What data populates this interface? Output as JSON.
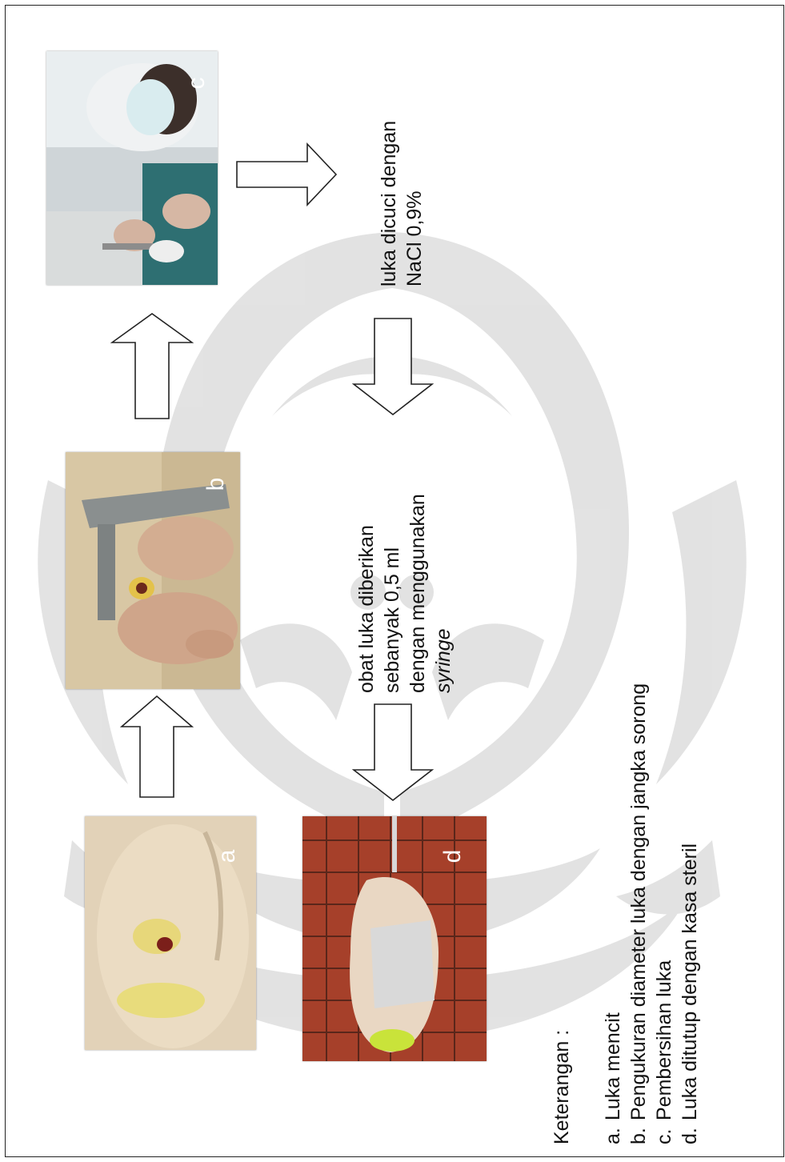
{
  "photos": {
    "a": {
      "letter": "a"
    },
    "b": {
      "letter": "b"
    },
    "c": {
      "letter": "c"
    },
    "d": {
      "letter": "d"
    }
  },
  "steps": {
    "c_to_d": {
      "line1": "luka dicuci dengan",
      "line2": "NaCl 0,9%"
    },
    "after_b": {
      "line1": "obat luka diberikan",
      "line2": "sebanyak 0,5 ml",
      "line3": "dengan menggunakan",
      "line4": "syringe"
    }
  },
  "legend": {
    "heading": "Keterangan :",
    "items": [
      {
        "letter": "a.",
        "text": "Luka mencit"
      },
      {
        "letter": "b.",
        "text": "Pengukuran diameter luka dengan jangka sorong"
      },
      {
        "letter": "c.",
        "text": "Pembersihan luka"
      },
      {
        "letter": "d.",
        "text": "Luka ditutup dengan kasa steril"
      }
    ]
  }
}
